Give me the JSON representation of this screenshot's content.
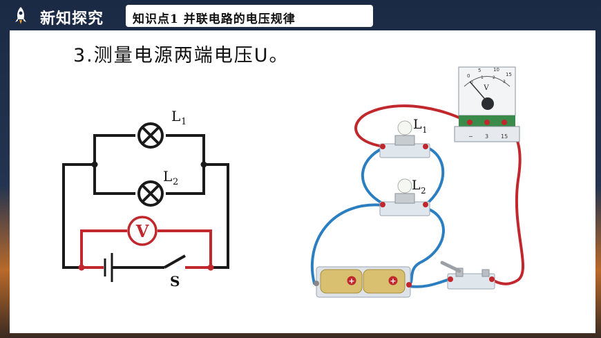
{
  "header": {
    "title": "新知探究",
    "subtitle": "知识点1   并联电路的电压规律"
  },
  "main": {
    "title": "3.测量电源两端电压U。"
  },
  "schematic": {
    "lamp1_label": "L",
    "lamp1_sub": "1",
    "lamp2_label": "L",
    "lamp2_sub": "2",
    "voltmeter_label": "V",
    "switch_label": "S"
  },
  "photo": {
    "lamp1_label": "L",
    "lamp1_sub": "1",
    "lamp2_label": "L",
    "lamp2_sub": "2",
    "meter_unit": "V",
    "meter_scale_top": [
      "0",
      "5",
      "10",
      "15"
    ],
    "meter_scale_bottom": [
      "0",
      "1",
      "2",
      "3"
    ],
    "meter_terminals": [
      "−",
      "3",
      "15"
    ],
    "battery_plus": "+"
  },
  "colors": {
    "wire_black": "#1a1a1a",
    "wire_red": "#c0282d",
    "wire_blue": "#2b7fc1",
    "header_white": "#ffffff"
  }
}
